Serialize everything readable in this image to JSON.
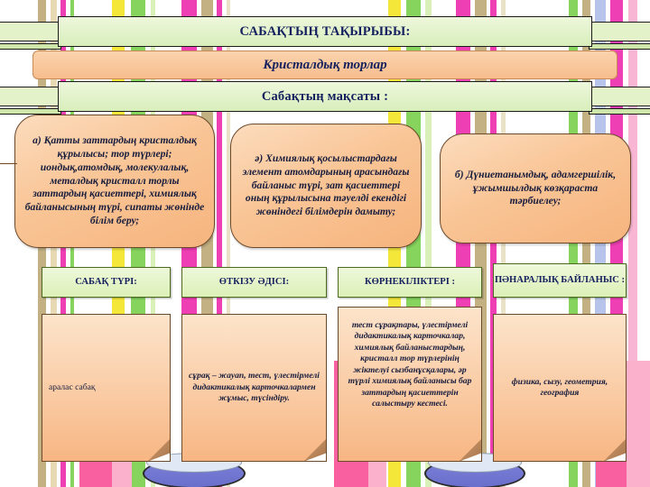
{
  "slide": {
    "banners": [
      {
        "name": "lesson-topic-banner",
        "label": "САБАҚТЫҢ ТАҚЫРЫБЫ:"
      },
      {
        "name": "lesson-aim-banner",
        "label": "Сабақтың мақсаты :"
      }
    ],
    "title_bar": {
      "label": "Кристалдық торлар"
    },
    "objectives": [
      {
        "name": "objective-a",
        "text": "а) Қатты заттардың кристалдық құрылысы; тор түрлері; иондық,атомдық, молекулалық, металдық кристалл торлы заттардың қасиеттері, химиялық байланысының түрі, сипаты жөнінде білім беру;"
      },
      {
        "name": "objective-ae",
        "text": "ә) Химиялық қосылыстардағы элемент атомдарының  арасындағы байланыс түрі, зат қасиеттері оның құрылысына тәуелді екендігі жөніндегі білімдерін дамыту;"
      },
      {
        "name": "objective-b",
        "text": "б) Дүниетанымдық, адамгершілік, ұжымшылдық көзқараста тәрбиелеу;"
      }
    ],
    "table": {
      "headers": [
        {
          "name": "lesson-type-header",
          "label": "САБАҚ ТҮРІ:"
        },
        {
          "name": "method-header",
          "label": "ӨТКІЗУ ӘДІСІ:"
        },
        {
          "name": "visual-aids-header",
          "label": "КӨРНЕКІЛІКТЕРІ :"
        },
        {
          "name": "cross-subject-header",
          "label": "ПӘНАРАЛЫҚ БАЙЛАНЫС :"
        }
      ],
      "cells": [
        {
          "name": "lesson-type-value",
          "text": "аралас сабақ",
          "italic": false
        },
        {
          "name": "method-value",
          "text": "сұрақ – жауап, тест, үлестірмелі дидактикалық карточкалармен  жұмыс, түсіндіру.",
          "italic": true
        },
        {
          "name": "visual-aids-value",
          "text": "тест сұрақтары, үлестірмелі дидактикалық карточкалар, химиялық байланыстардың, кристалл тор түрлерінің жіктелуі сызбанұсқалары, әр түрлі химиялық байланысы бар заттардың қасиеттерін салыстыру кестесі.",
          "italic": true
        },
        {
          "name": "cross-subject-value",
          "text": "физика, сызу, геометрия, география",
          "italic": true
        }
      ]
    },
    "colors": {
      "banner_green": "#dcf0b7",
      "callout_orange": "#f7bd8d",
      "text_navy": "#15215e",
      "stripe_pink": "#f8609f",
      "stripe_yellow": "#f4e73a",
      "stripe_green": "#86d45e",
      "stripe_magenta": "#ef3fb4",
      "stripe_tan": "#c3b184",
      "disc_blue": "#7b7fd6"
    }
  }
}
